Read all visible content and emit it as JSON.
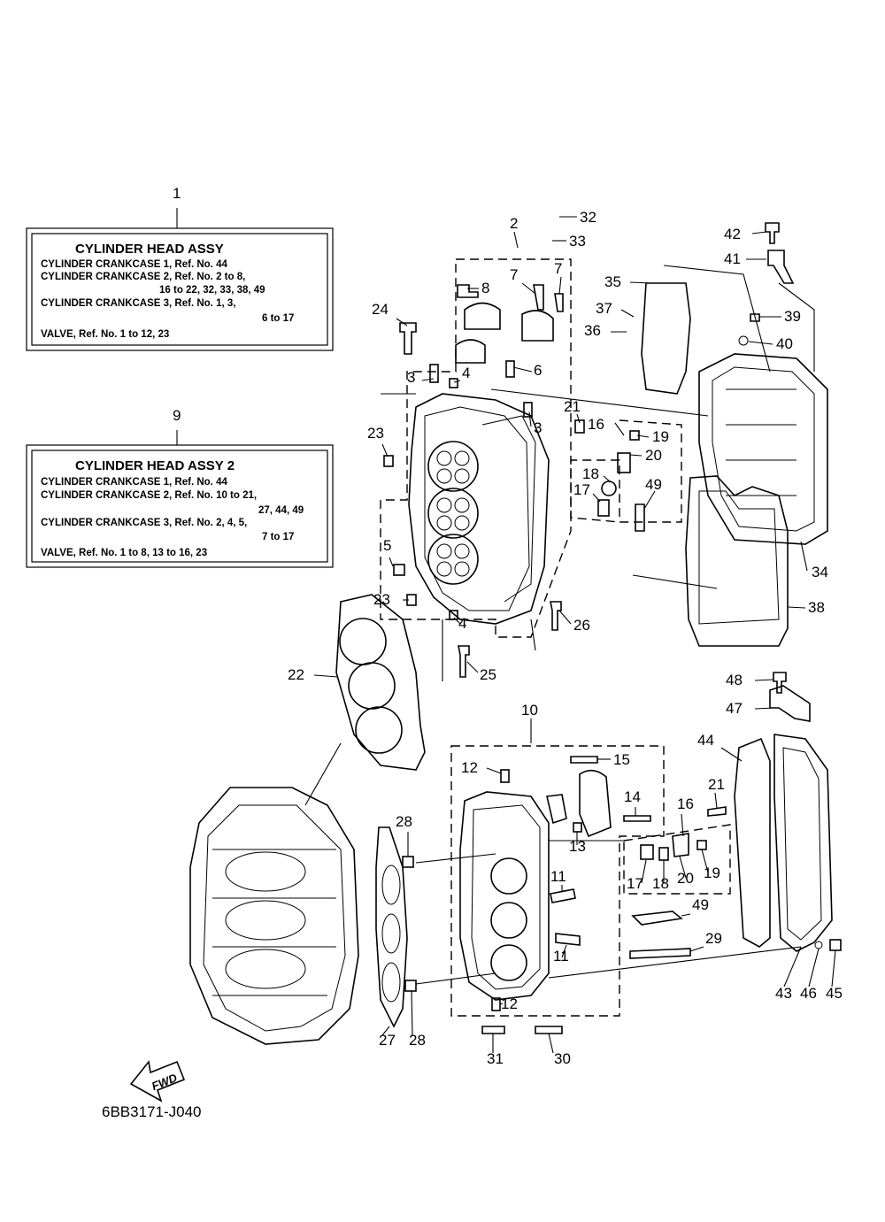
{
  "diagram_code": "6BB3171-J040",
  "fwd_label": "FWD",
  "info_boxes": [
    {
      "ref": "1",
      "title": "CYLINDER HEAD ASSY",
      "lines": [
        "CYLINDER CRANKCASE 1,  Ref. No. 44",
        "CYLINDER CRANKCASE 2,  Ref. No. 2 to 8,",
        "16  to  22, 32, 33, 38, 49",
        "CYLINDER CRANKCASE 3,  Ref. No. 1, 3,",
        "6  to  17",
        "VALVE,  Ref. No. 1 to 12, 23"
      ]
    },
    {
      "ref": "9",
      "title": "CYLINDER HEAD ASSY 2",
      "lines": [
        "CYLINDER CRANKCASE 1,  Ref. No. 44",
        "CYLINDER CRANKCASE 2,  Ref. No. 10 to 21,",
        "27, 44, 49",
        "CYLINDER CRANKCASE 3,  Ref. No. 2, 4, 5,",
        "7  to  17",
        "VALVE,  Ref. No. 1 to 8, 13 to 16, 23"
      ]
    }
  ],
  "callouts": [
    "2",
    "32",
    "33",
    "42",
    "41",
    "7",
    "7",
    "8",
    "35",
    "37",
    "36",
    "39",
    "40",
    "24",
    "3",
    "4",
    "6",
    "3",
    "21",
    "16",
    "19",
    "20",
    "23",
    "18",
    "17",
    "49",
    "34",
    "5",
    "23",
    "4",
    "26",
    "38",
    "22",
    "25",
    "10",
    "48",
    "47",
    "44",
    "12",
    "15",
    "14",
    "21",
    "16",
    "28",
    "13",
    "11",
    "17",
    "18",
    "20",
    "19",
    "49",
    "11",
    "29",
    "12",
    "27",
    "28",
    "31",
    "30",
    "43",
    "46",
    "45"
  ]
}
